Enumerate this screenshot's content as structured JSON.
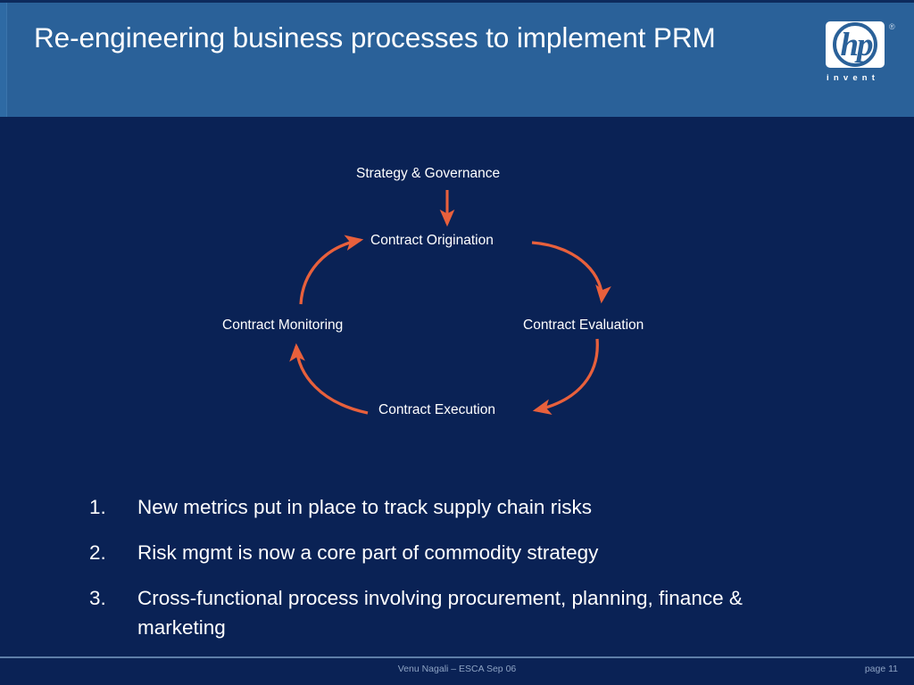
{
  "slide": {
    "title": "Re-engineering business processes to implement PRM",
    "background_color": "#0a2255",
    "header_color": "#2a6199",
    "accent_color": "#e8603c",
    "text_color": "#ffffff"
  },
  "logo": {
    "wordmark": "hp",
    "tagline": "invent",
    "trademark": "®"
  },
  "diagram": {
    "name": "contract-lifecycle-cycle",
    "arrow_color": "#e8603c",
    "nodes": [
      {
        "id": "strategy",
        "label": "Strategy & Governance"
      },
      {
        "id": "origination",
        "label": "Contract Origination"
      },
      {
        "id": "evaluation",
        "label": "Contract Evaluation"
      },
      {
        "id": "execution",
        "label": "Contract Execution"
      },
      {
        "id": "monitoring",
        "label": "Contract Monitoring"
      }
    ],
    "arrows": [
      {
        "from": "strategy",
        "to": "origination",
        "shape": "straight-down"
      },
      {
        "from": "origination",
        "to": "evaluation",
        "shape": "curve-clockwise"
      },
      {
        "from": "evaluation",
        "to": "execution",
        "shape": "curve-clockwise"
      },
      {
        "from": "execution",
        "to": "monitoring",
        "shape": "curve-clockwise"
      },
      {
        "from": "monitoring",
        "to": "origination",
        "shape": "curve-clockwise"
      }
    ]
  },
  "bullets": [
    {
      "number": "1.",
      "text": "New metrics put in place to track supply chain risks"
    },
    {
      "number": "2.",
      "text": "Risk mgmt is now a core part of commodity strategy"
    },
    {
      "number": "3.",
      "text": "Cross-functional process involving procurement, planning, finance & marketing"
    }
  ],
  "footer": {
    "center": "Venu Nagali – ESCA Sep 06",
    "page": "page 11"
  }
}
